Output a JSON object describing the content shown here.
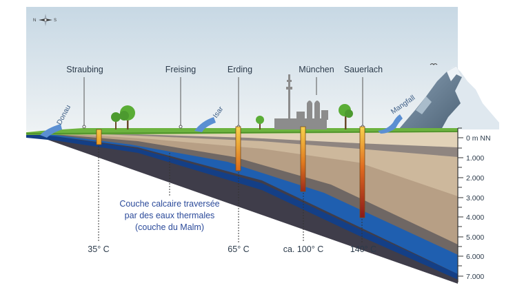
{
  "compass": {
    "west": "N",
    "east": "S"
  },
  "towns": [
    "Straubing",
    "Freising",
    "Erding",
    "München",
    "Sauerlach"
  ],
  "rivers": [
    "Donau",
    "Isar",
    "Mangfall"
  ],
  "layer_label": [
    "Couche calcaire traversée",
    "par des eaux thermales",
    "(couche du Malm)"
  ],
  "temperatures": [
    "35° C",
    "65° C",
    "ca. 100° C",
    "140° C"
  ],
  "depth_scale": [
    "0 m NN",
    "1.000",
    "2.000",
    "3.000",
    "4.000",
    "5.000",
    "6.000",
    "7.000"
  ],
  "colors": {
    "sky_top": "#c9dae6",
    "malm_blue": "#1f5fb0",
    "malm_dark": "#143f86",
    "ground_green": "#6db33f",
    "hot_red": "#8b1a1a",
    "warm_yellow": "#f2b233"
  }
}
